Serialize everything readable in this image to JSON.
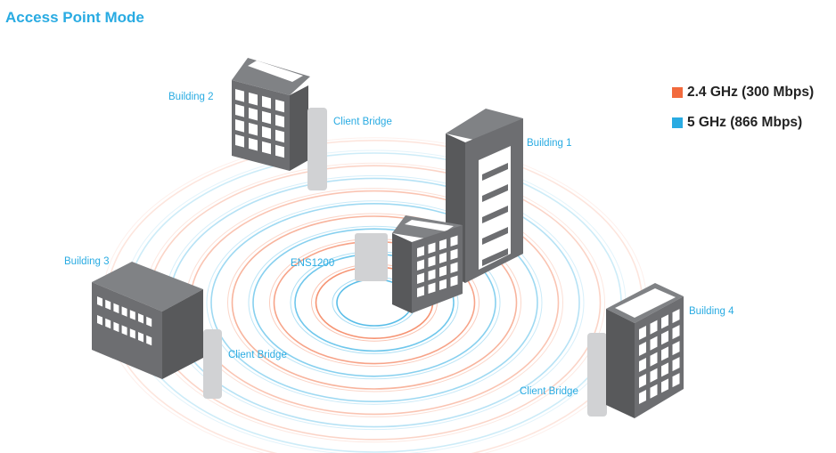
{
  "title": "Access Point Mode",
  "colors": {
    "accent": "#29abe2",
    "band_24": "#f26a3d",
    "band_5": "#29abe2",
    "building": "#6d6e71",
    "building_dark": "#58595b",
    "device": "#d1d2d4"
  },
  "legend": [
    {
      "label": "2.4 GHz (300 Mbps)",
      "color": "#f26a3d"
    },
    {
      "label": "5 GHz (866 Mbps)",
      "color": "#29abe2"
    }
  ],
  "nodes": {
    "building1": "Building 1",
    "building2": "Building 2",
    "building3": "Building 3",
    "building4": "Building 4",
    "ap": "ENS1200",
    "client_bridge_b2": "Client Bridge",
    "client_bridge_b3": "Client Bridge",
    "client_bridge_b4": "Client Bridge"
  }
}
